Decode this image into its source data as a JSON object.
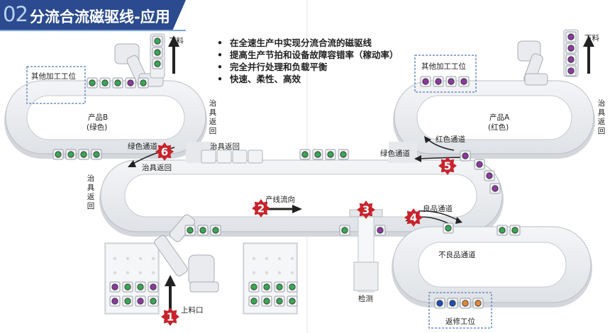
{
  "header": {
    "number": "02",
    "title": "分流合流磁驱线-应用"
  },
  "bullets": [
    "在全速生产中实现分流合流的磁驱线",
    "提高生产节拍和设备故障容错率（稼动率）",
    "完全并行处理和负载平衡",
    "快速、柔性、高效"
  ],
  "labels": {
    "unload_left": "下料",
    "unload_right": "下料",
    "other_station_left": "其他加工工位",
    "other_station_right": "其他加工工位",
    "product_b": "产品B",
    "product_b_color": "(绿色)",
    "product_a": "产品A",
    "product_a_color": "(红色)",
    "fixture_return_left_upper": "治具返回",
    "fixture_return_right_upper": "治具返回",
    "fixture_return_center": "治具返回",
    "fixture_return_branch": "治具返回",
    "fixture_return_left_lower": "治具返回",
    "green_channel_left": "绿色通道",
    "green_channel_right": "绿色通道",
    "red_channel": "红色通道",
    "flow_direction": "产线流向",
    "good_channel": "良品通道",
    "defect_channel": "不良品通道",
    "inspection": "检测",
    "loading": "上料口",
    "repair_station": "返修工位"
  },
  "markers": [
    "1",
    "2",
    "3",
    "4",
    "5",
    "6"
  ],
  "colors": {
    "title_bar": "#2b4a8f",
    "marker_red": "#c8232c",
    "carrier_green": "#3aa655",
    "carrier_purple": "#8b3a9e",
    "carrier_blue": "#1f4fb5",
    "carrier_orange": "#e08a3a",
    "box_border": "#6f8fc4"
  }
}
